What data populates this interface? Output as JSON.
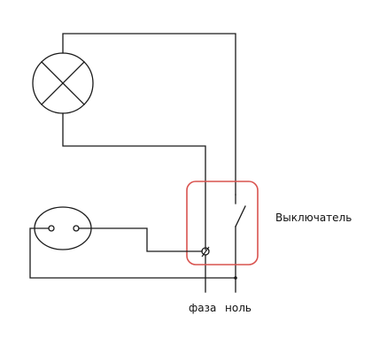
{
  "diagram": {
    "switch_label": "Выключатель",
    "phase_label": "фаза",
    "neutral_label": "ноль",
    "highlight_color": "#d9534f",
    "wire_color": "#1a1a1a"
  }
}
